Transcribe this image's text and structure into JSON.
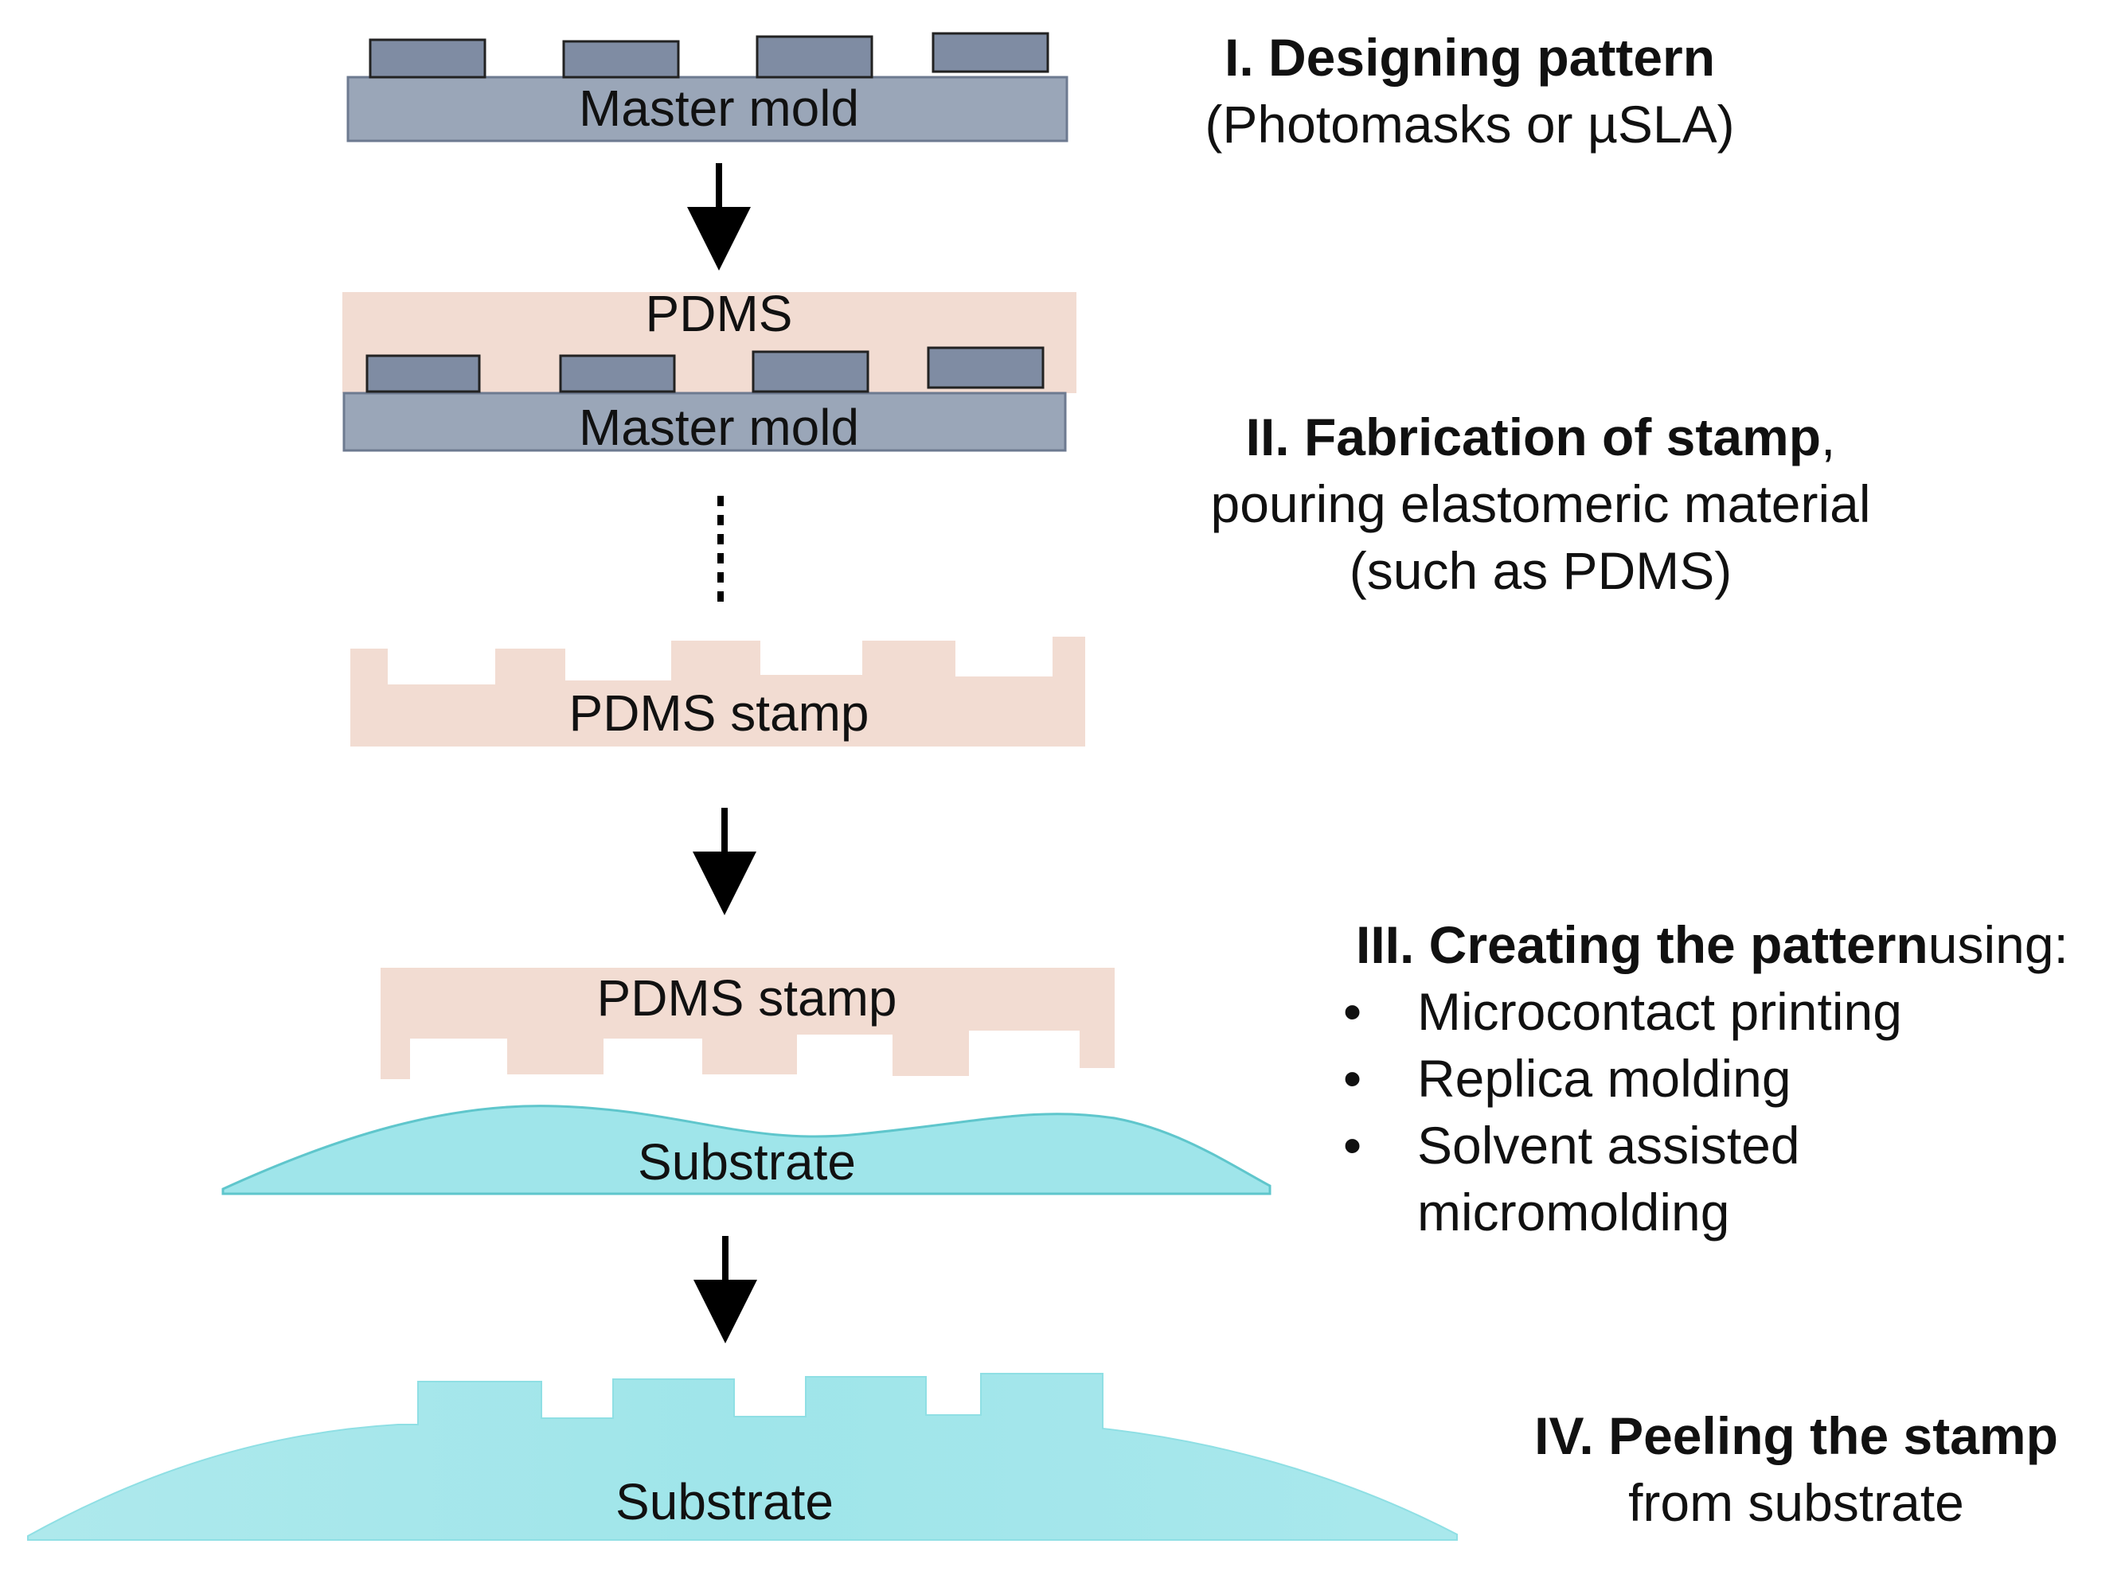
{
  "labels": {
    "master_mold_1": "Master mold",
    "pdms": "PDMS",
    "master_mold_2": "Master mold",
    "pdms_stamp_1": "PDMS stamp",
    "pdms_stamp_2": "PDMS stamp",
    "substrate_1": "Substrate",
    "substrate_2": "Substrate"
  },
  "steps": {
    "step1": {
      "title": "I. Designing pattern",
      "line2": "(Photomasks or µSLA)"
    },
    "step2": {
      "title": "II. Fabrication of stamp",
      "title_tail": ",",
      "line2": "pouring elastomeric material",
      "line3": "(such as PDMS)"
    },
    "step3": {
      "title": "III. Creating the pattern",
      "title_tail": " using:",
      "bullet": "•",
      "items": [
        "Microcontact printing",
        "Replica molding",
        "Solvent assisted",
        "micromolding"
      ]
    },
    "step4": {
      "title": "IV. Peeling the stamp",
      "line2": "from substrate"
    }
  },
  "colors": {
    "mold": "#9aa6b8",
    "mold_dark": "#6d7a90",
    "pdms": "#f2dcd2",
    "substrate": "#9fe6ea",
    "substrate_edge": "#5fc6cc",
    "arrow": "#000000"
  }
}
